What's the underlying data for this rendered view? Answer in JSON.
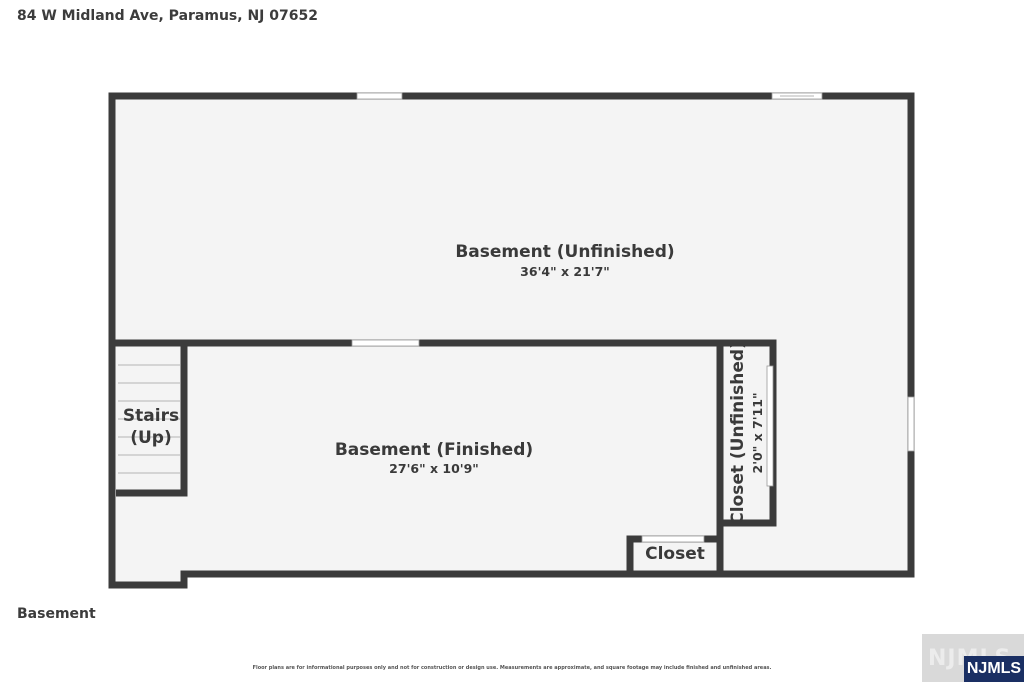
{
  "header": {
    "address": "84 W Midland Ave, Paramus, NJ 07652"
  },
  "floor": {
    "label": "Basement"
  },
  "rooms": {
    "basement_unfinished": {
      "name": "Basement (Unfinished)",
      "dims": "36'4\" x 21'7\""
    },
    "basement_finished": {
      "name": "Basement (Finished)",
      "dims": "27'6\" x 10'9\""
    },
    "stairs": {
      "line1": "Stairs",
      "line2": "(Up)"
    },
    "closet_unfinished": {
      "name": "Closet (Unfinished)",
      "dims": "2'0\" x 7'11\""
    },
    "closet": {
      "name": "Closet"
    }
  },
  "footer": {
    "disclaimer": "Floor plans are for informational purposes only and not for construction or design use. Measurements are approximate, and square footage may include finished and unfinished areas."
  },
  "logo": {
    "text": "NJMLS",
    "ghost_text": "NJMLS"
  },
  "colors": {
    "wall": "#3b3b3b",
    "floor": "#f4f4f4",
    "window": "#ffffff",
    "logo_bg": "#1a2f63"
  }
}
